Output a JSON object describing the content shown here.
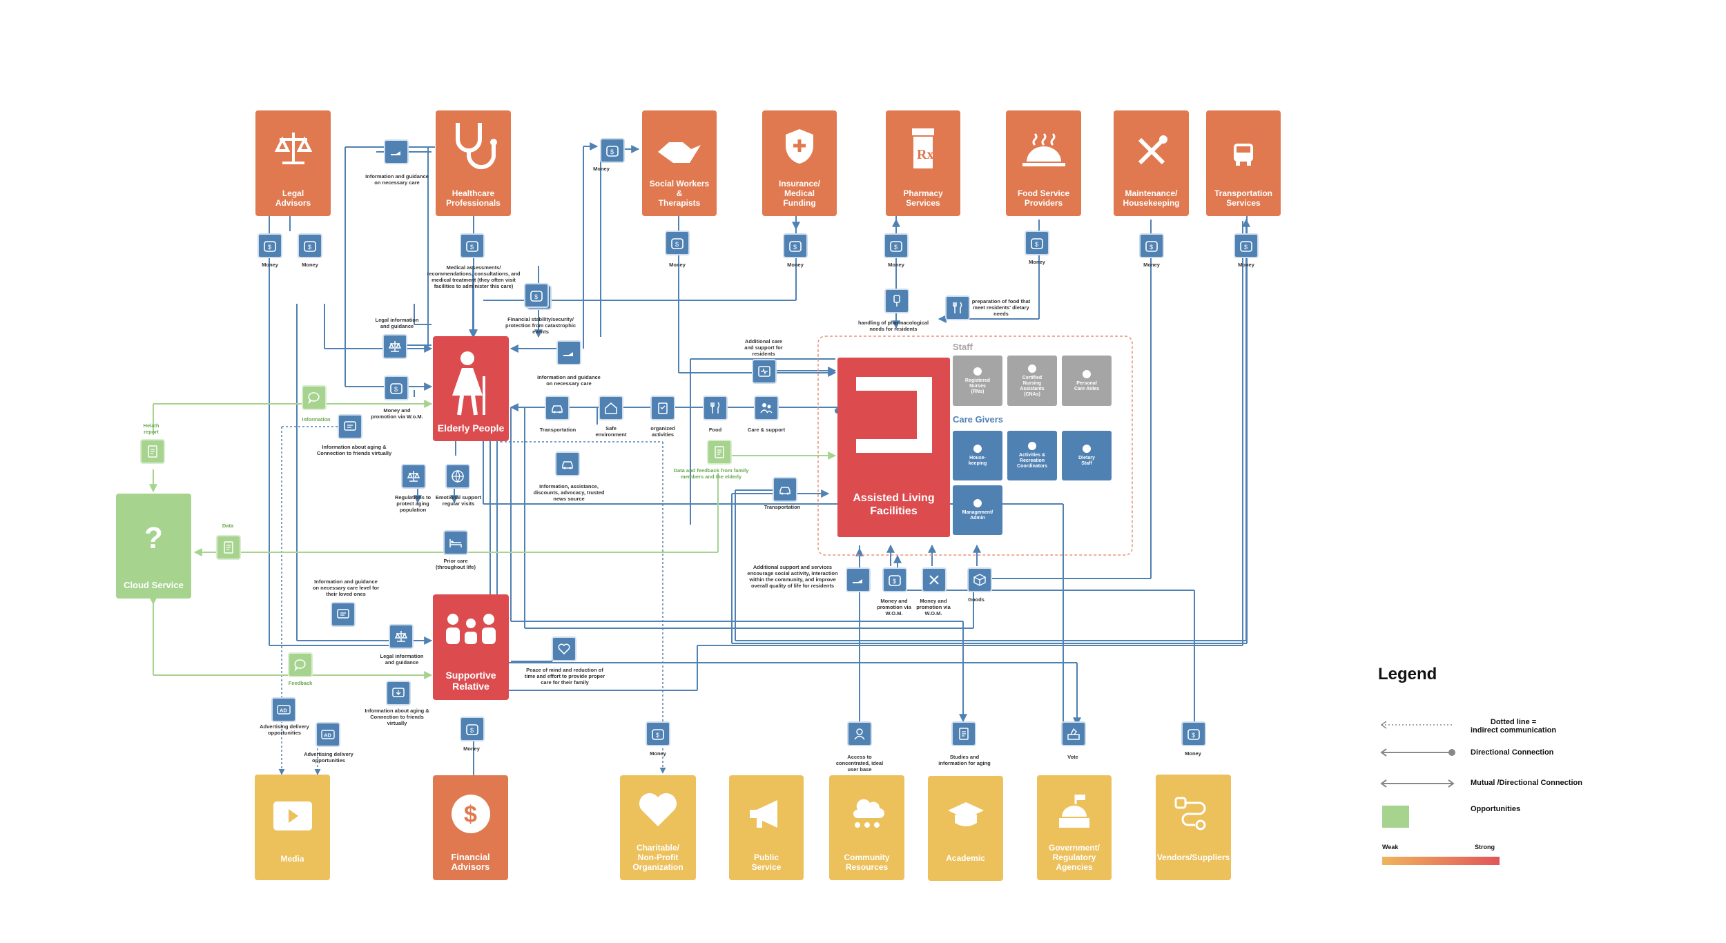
{
  "nodes": {
    "legal_advisors": "Legal\nAdvisors",
    "healthcare_professionals": "Healthcare\nProfessionals",
    "social_workers": "Social Workers &\nTherapists",
    "insurance": "Insurance/\nMedical\nFunding",
    "pharmacy": "Pharmacy\nServices",
    "food_service": "Food Service\nProviders",
    "maintenance": "Maintenance/\nHousekeeping",
    "transportation_services": "Transportation\nServices",
    "elderly_people": "Elderly People",
    "assisted_living": "Assisted Living\nFacilities",
    "supportive_relative": "Supportive\nRelative",
    "cloud_service": "Cloud Service",
    "cloud_glyph": "?",
    "media": "Media",
    "financial_advisors": "Financial\nAdvisors",
    "charitable": "Charitable/\nNon-Profit\nOrganization",
    "public_service": "Public\nService",
    "community_resources": "Community\nResources",
    "academic": "Academic",
    "government": "Government/\nRegulatory\nAgencies",
    "vendors": "Vendors/Suppliers"
  },
  "staff": {
    "heading": "Staff",
    "items": [
      "Registered\nNurses\n(RNs)",
      "Certified\nNursing\nAssistants\n(CNAs)",
      "Personal\nCare Aides"
    ]
  },
  "caregivers": {
    "heading": "Care Givers",
    "items": [
      "House-\nkeeping",
      "Activities &\nRecreation\nCoordinators",
      "Dietary\nStaff",
      "Management/\nAdmin"
    ]
  },
  "labels": {
    "money": "Money",
    "info_necessary_care": "Information and guidance\non necessary care",
    "medical_assessments": "Medical assessments/\nrecommendations, consultations, and\nmedical treatment (they often visit\nfacilities to administer this care)",
    "financial_stability": "Financial stability/security/\nprotection from catastrophic\nevents",
    "legal_info": "Legal information\nand guidance",
    "info_necessary_care_2": "Information and guidance\non necessary care",
    "money_promotion": "Money and\npromotion via W.o.M.",
    "information": "Information",
    "info_aging_friends": "Information about aging &\nConnection to friends virtually",
    "health_report": "Helath\nreport",
    "transportation": "Transportation",
    "safe_environment": "Safe\nenvironment",
    "organized_activities": "organized\nactivities",
    "food": "Food",
    "care_support": "Care & support",
    "additional_care": "Additional care\nand support for\nresidents",
    "handling_pharma": "handling of pharmacological\nneeds for residents",
    "prep_food": "preparation of food that\nmeet residents' dietary\nneeds",
    "regulations": "Regulations to\nprotect aging\npopulation",
    "emotional_support": "Emotional support\nregular visits",
    "info_assistance": "Information, assistance,\ndiscounts, advocacy, trusted\nnews source",
    "data_feedback": "Data and feedback from family\nmembers and the elderly",
    "transportation_2": "Transportation",
    "data": "Data",
    "prior_care": "Prior care\n(throughout life)",
    "info_care_level": "Information and guidance\non necessary care level for\ntheir loved ones",
    "legal_info_2": "Legal information\nand guidance",
    "feedback": "Feedback",
    "info_aging_friends_2": "Information about aging &\nConnection to friends\nvirtually",
    "advertising_1": "Advertising delivery\nopportunities",
    "advertising_2": "Advertising delivery\nopportunities",
    "peace_of_mind": "Peace of mind and reduction of\ntime and effort to provide proper\ncare for their family",
    "additional_support": "Additional support and services\nencourage social activity, interaction\nwithin the community, and improve\noverall quality of life for residents",
    "money_promotion_2": "Money and\npromotion via\nW.O.M.",
    "money_promotion_3": "Money and\npromotion via\nW.O.M.",
    "goods": "Goods",
    "access_concentrated": "Access to\nconcentrated, ideal\nuser base",
    "studies": "Studies and\ninformation for aging",
    "vote": "Vote"
  },
  "legend": {
    "title": "Legend",
    "dotted": "Dotted line =\nindirect communication",
    "directional": "Directional Connection",
    "mutual": "Mutual /Directional Connection",
    "opportunities": "Opportunities",
    "weak": "Weak",
    "strong": "Strong"
  },
  "colors": {
    "orange": "#e0794f",
    "red": "#dc4c4f",
    "yellow": "#ecc05b",
    "green": "#a6d38e",
    "blue": "#4f81b3",
    "gray": "#a5a5a5",
    "dotted_box": "#e8927a"
  }
}
